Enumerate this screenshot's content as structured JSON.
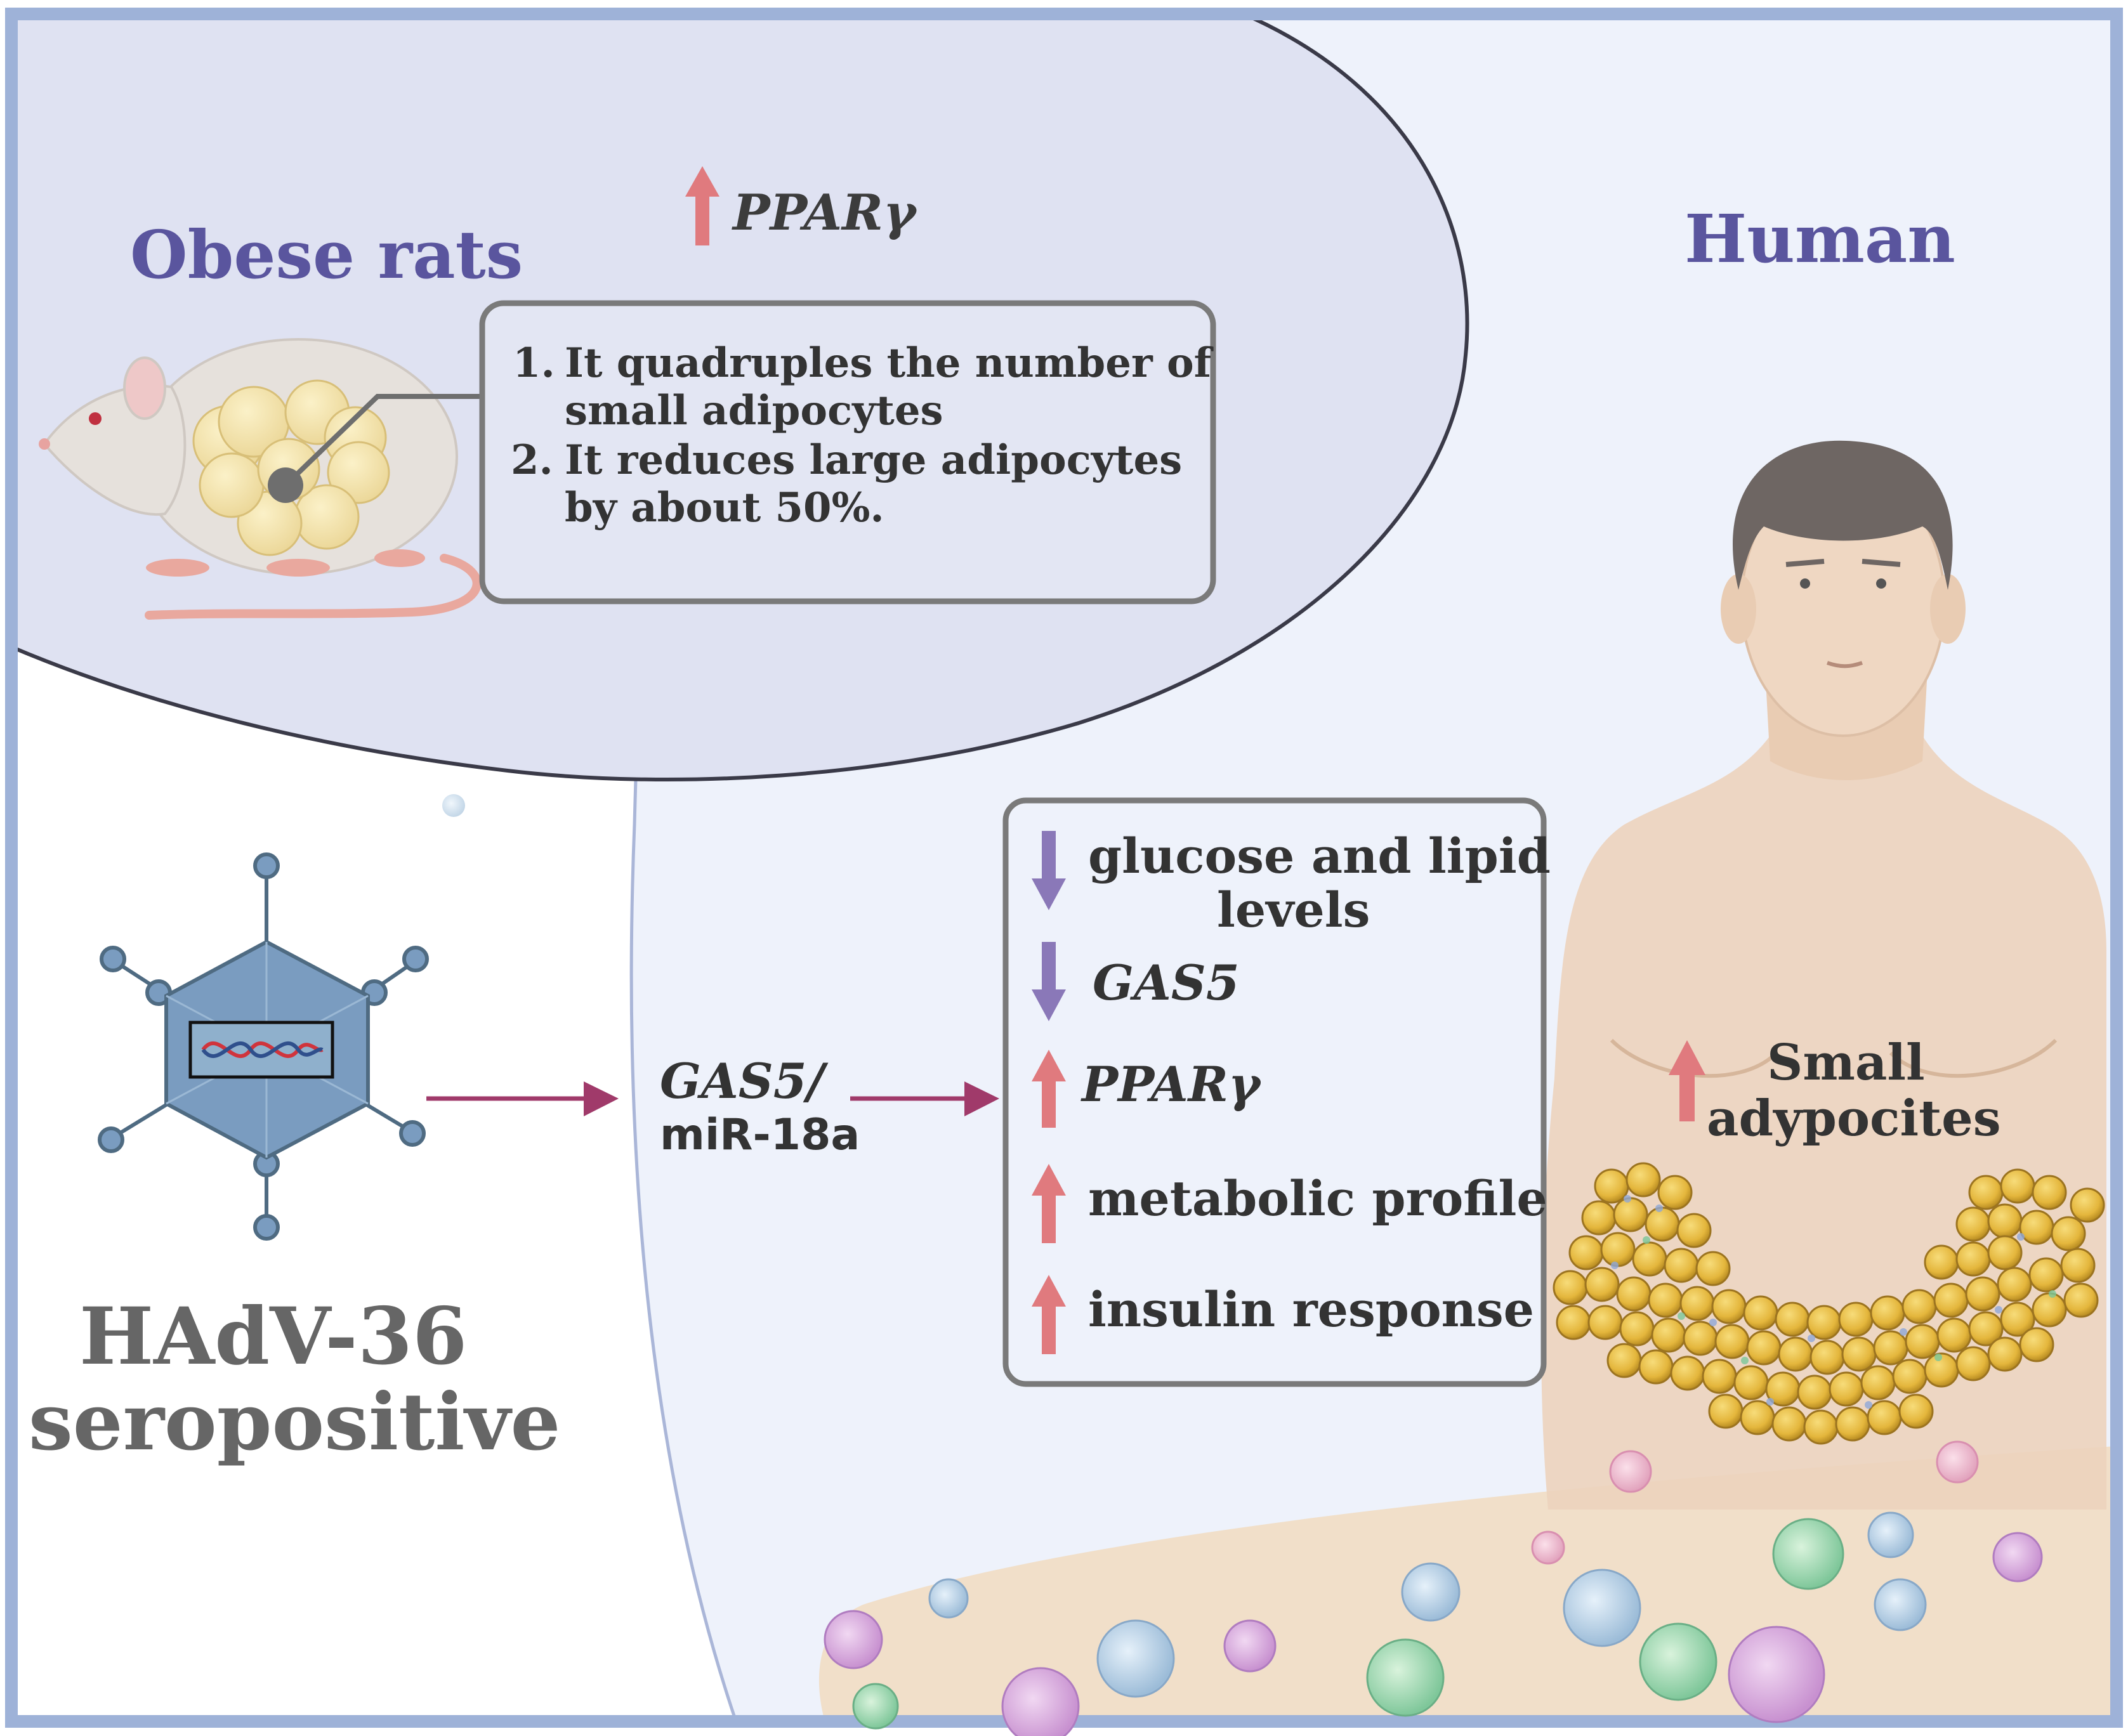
{
  "rat_panel": {
    "title": "Obese rats",
    "ppar_label": "PPARγ",
    "findings": [
      {
        "number": "1.",
        "lines": [
          "It quadruples the number of",
          "small adipocytes"
        ]
      },
      {
        "number": "2.",
        "lines": [
          "It reduces large adipocytes",
          "by about 50%."
        ]
      }
    ]
  },
  "human_panel": {
    "title": "Human",
    "small_cells_label": [
      "Small",
      "adypocites"
    ]
  },
  "virus": {
    "label_line1": "HAdV-36",
    "label_line2": "seropositive"
  },
  "pathway": {
    "line1": "GAS5/",
    "line2": "miR-18a"
  },
  "effects": [
    {
      "direction": "down",
      "lines": [
        "glucose and lipid",
        "levels"
      ],
      "italic": false
    },
    {
      "direction": "down",
      "lines": [
        "GAS5"
      ],
      "italic": true
    },
    {
      "direction": "up",
      "lines": [
        "PPARγ"
      ],
      "italic": true
    },
    {
      "direction": "up",
      "lines": [
        "metabolic profile"
      ],
      "italic": false
    },
    {
      "direction": "up",
      "lines": [
        "insulin response"
      ],
      "italic": false
    }
  ],
  "colors": {
    "frame": "#9eb2d8",
    "rat_panel_fill": "#dfe2f2",
    "human_panel_fill": "#eef2fb",
    "title_purple": "#5a559e",
    "arrow_up": "#e07a7e",
    "arrow_down": "#8a78b8",
    "flow_arrow": "#a03a6a",
    "virus_fill": "#7a9cc0",
    "box_border": "#7a7a7a"
  },
  "icons": [
    "rat-illustration",
    "human-illustration",
    "adenovirus-icon",
    "dna-icon",
    "adipose-cells",
    "immune-cells"
  ]
}
